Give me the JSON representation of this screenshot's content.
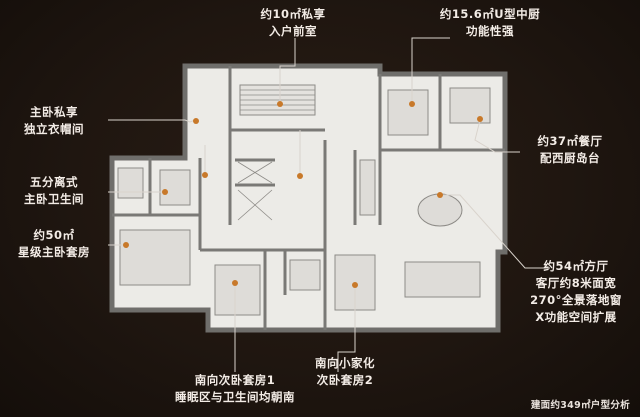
{
  "annotations": {
    "foyer": "约10㎡私享\n入户前室",
    "kitchen": "约15.6㎡U型中厨\n功能性强",
    "closet": "主卧私享\n独立衣帽间",
    "dining": "约37㎡餐厅\n配西厨岛台",
    "master_bath": "五分离式\n主卧卫生间",
    "master_suite": "约50㎡\n星级主卧套房",
    "living": "约54㎡方厅\n客厅约8米面宽\n270°全景落地窗\nX功能空间扩展",
    "bedroom1": "南向次卧套房1\n睡眠区与卫生间均朝南",
    "bedroom2": "南向小家化\n次卧套房2"
  },
  "caption": "建面约349㎡户型分析",
  "colors": {
    "background": "#1f1610",
    "plan_floor": "#ecebe7",
    "wall": "#6f6e6b",
    "accent": "#c8792a",
    "text": "#f3ece6"
  }
}
